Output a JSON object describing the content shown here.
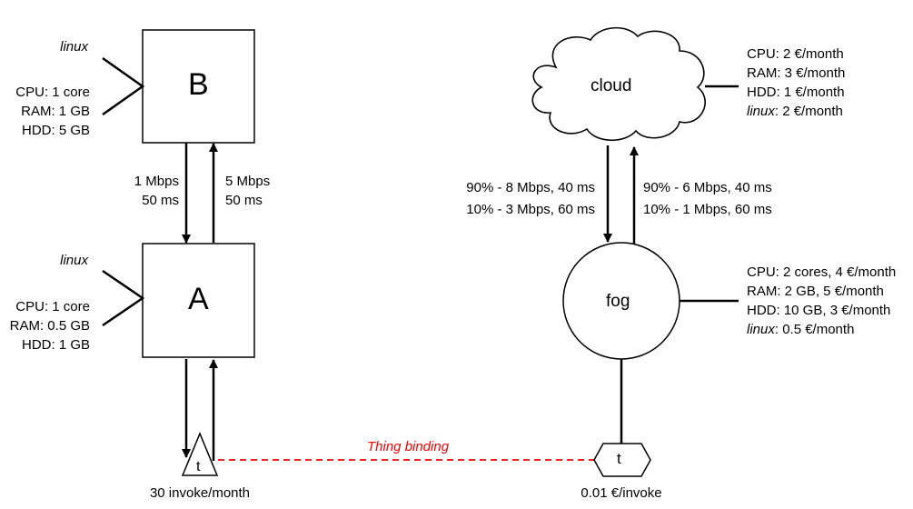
{
  "nodes": {
    "B": {
      "label": "B",
      "os": "linux",
      "specs": [
        "CPU: 1 core",
        "RAM: 1 GB",
        "HDD: 5 GB"
      ]
    },
    "A": {
      "label": "A",
      "os": "linux",
      "specs": [
        "CPU: 1 core",
        "RAM: 0.5 GB",
        "HDD: 1 GB"
      ]
    },
    "cloud": {
      "label": "cloud",
      "specs": [
        "CPU: 2 €/month",
        "RAM: 3 €/month",
        "HDD: 1 €/month"
      ],
      "os_price_key": "linux",
      "os_price_val": ": 2 €/month"
    },
    "fog": {
      "label": "fog",
      "specs": [
        "CPU: 2 cores, 4 €/month",
        "RAM: 2 GB, 5 €/month",
        "HDD: 10 GB, 3 €/month"
      ],
      "os_price_key": "linux",
      "os_price_val": ": 0.5 €/month"
    },
    "thing_a": {
      "label": "t",
      "caption": "30 invoke/month"
    },
    "thing_fog": {
      "label": "t",
      "caption": "0.01 €/invoke"
    }
  },
  "links": {
    "b_to_a": [
      "1 Mbps",
      "50 ms"
    ],
    "a_to_b": [
      "5 Mbps",
      "50 ms"
    ],
    "cloud_to_fog": [
      "90% - 8 Mbps, 40 ms",
      "10% - 3 Mbps, 60 ms"
    ],
    "fog_to_cloud": [
      "90% - 6 Mbps, 40 ms",
      "10% - 1 Mbps, 60 ms"
    ]
  },
  "binding": {
    "label": "Thing binding",
    "color": "#ff0000"
  }
}
